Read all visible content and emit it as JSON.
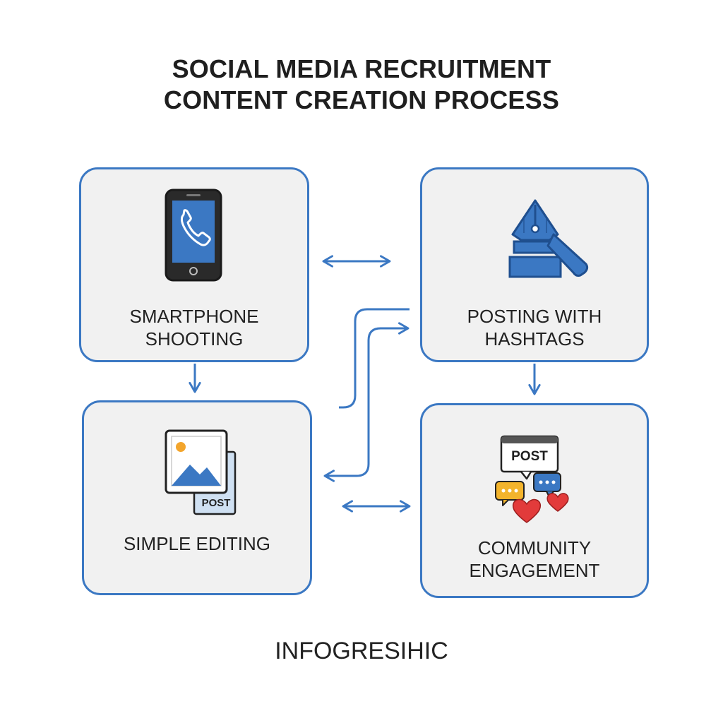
{
  "title": {
    "line1": "SOCIAL MEDIA RECRUITMENT",
    "line2": "CONTENT CREATION PROCESS"
  },
  "steps": {
    "smartphone": {
      "line1": "SMARTPHONE",
      "line2": "SHOOTING",
      "icon": "smartphone-icon"
    },
    "posting": {
      "line1": "POSTING WITH",
      "line2": "HASHTAGS",
      "icon": "pen-nib-icon"
    },
    "editing": {
      "line1": "SIMPLE EDITING",
      "icon": "image-edit-icon",
      "badge": "POST"
    },
    "community": {
      "line1": "COMMUNITY",
      "line2": "ENGAGEMENT",
      "icon": "chat-hearts-icon",
      "badge": "POST"
    }
  },
  "footer": "INFOGRESIHIC",
  "colors": {
    "accent": "#3b78c3",
    "card_bg": "#f1f1f1",
    "heart": "#e23b3b",
    "chat_yellow": "#f3b42c"
  }
}
